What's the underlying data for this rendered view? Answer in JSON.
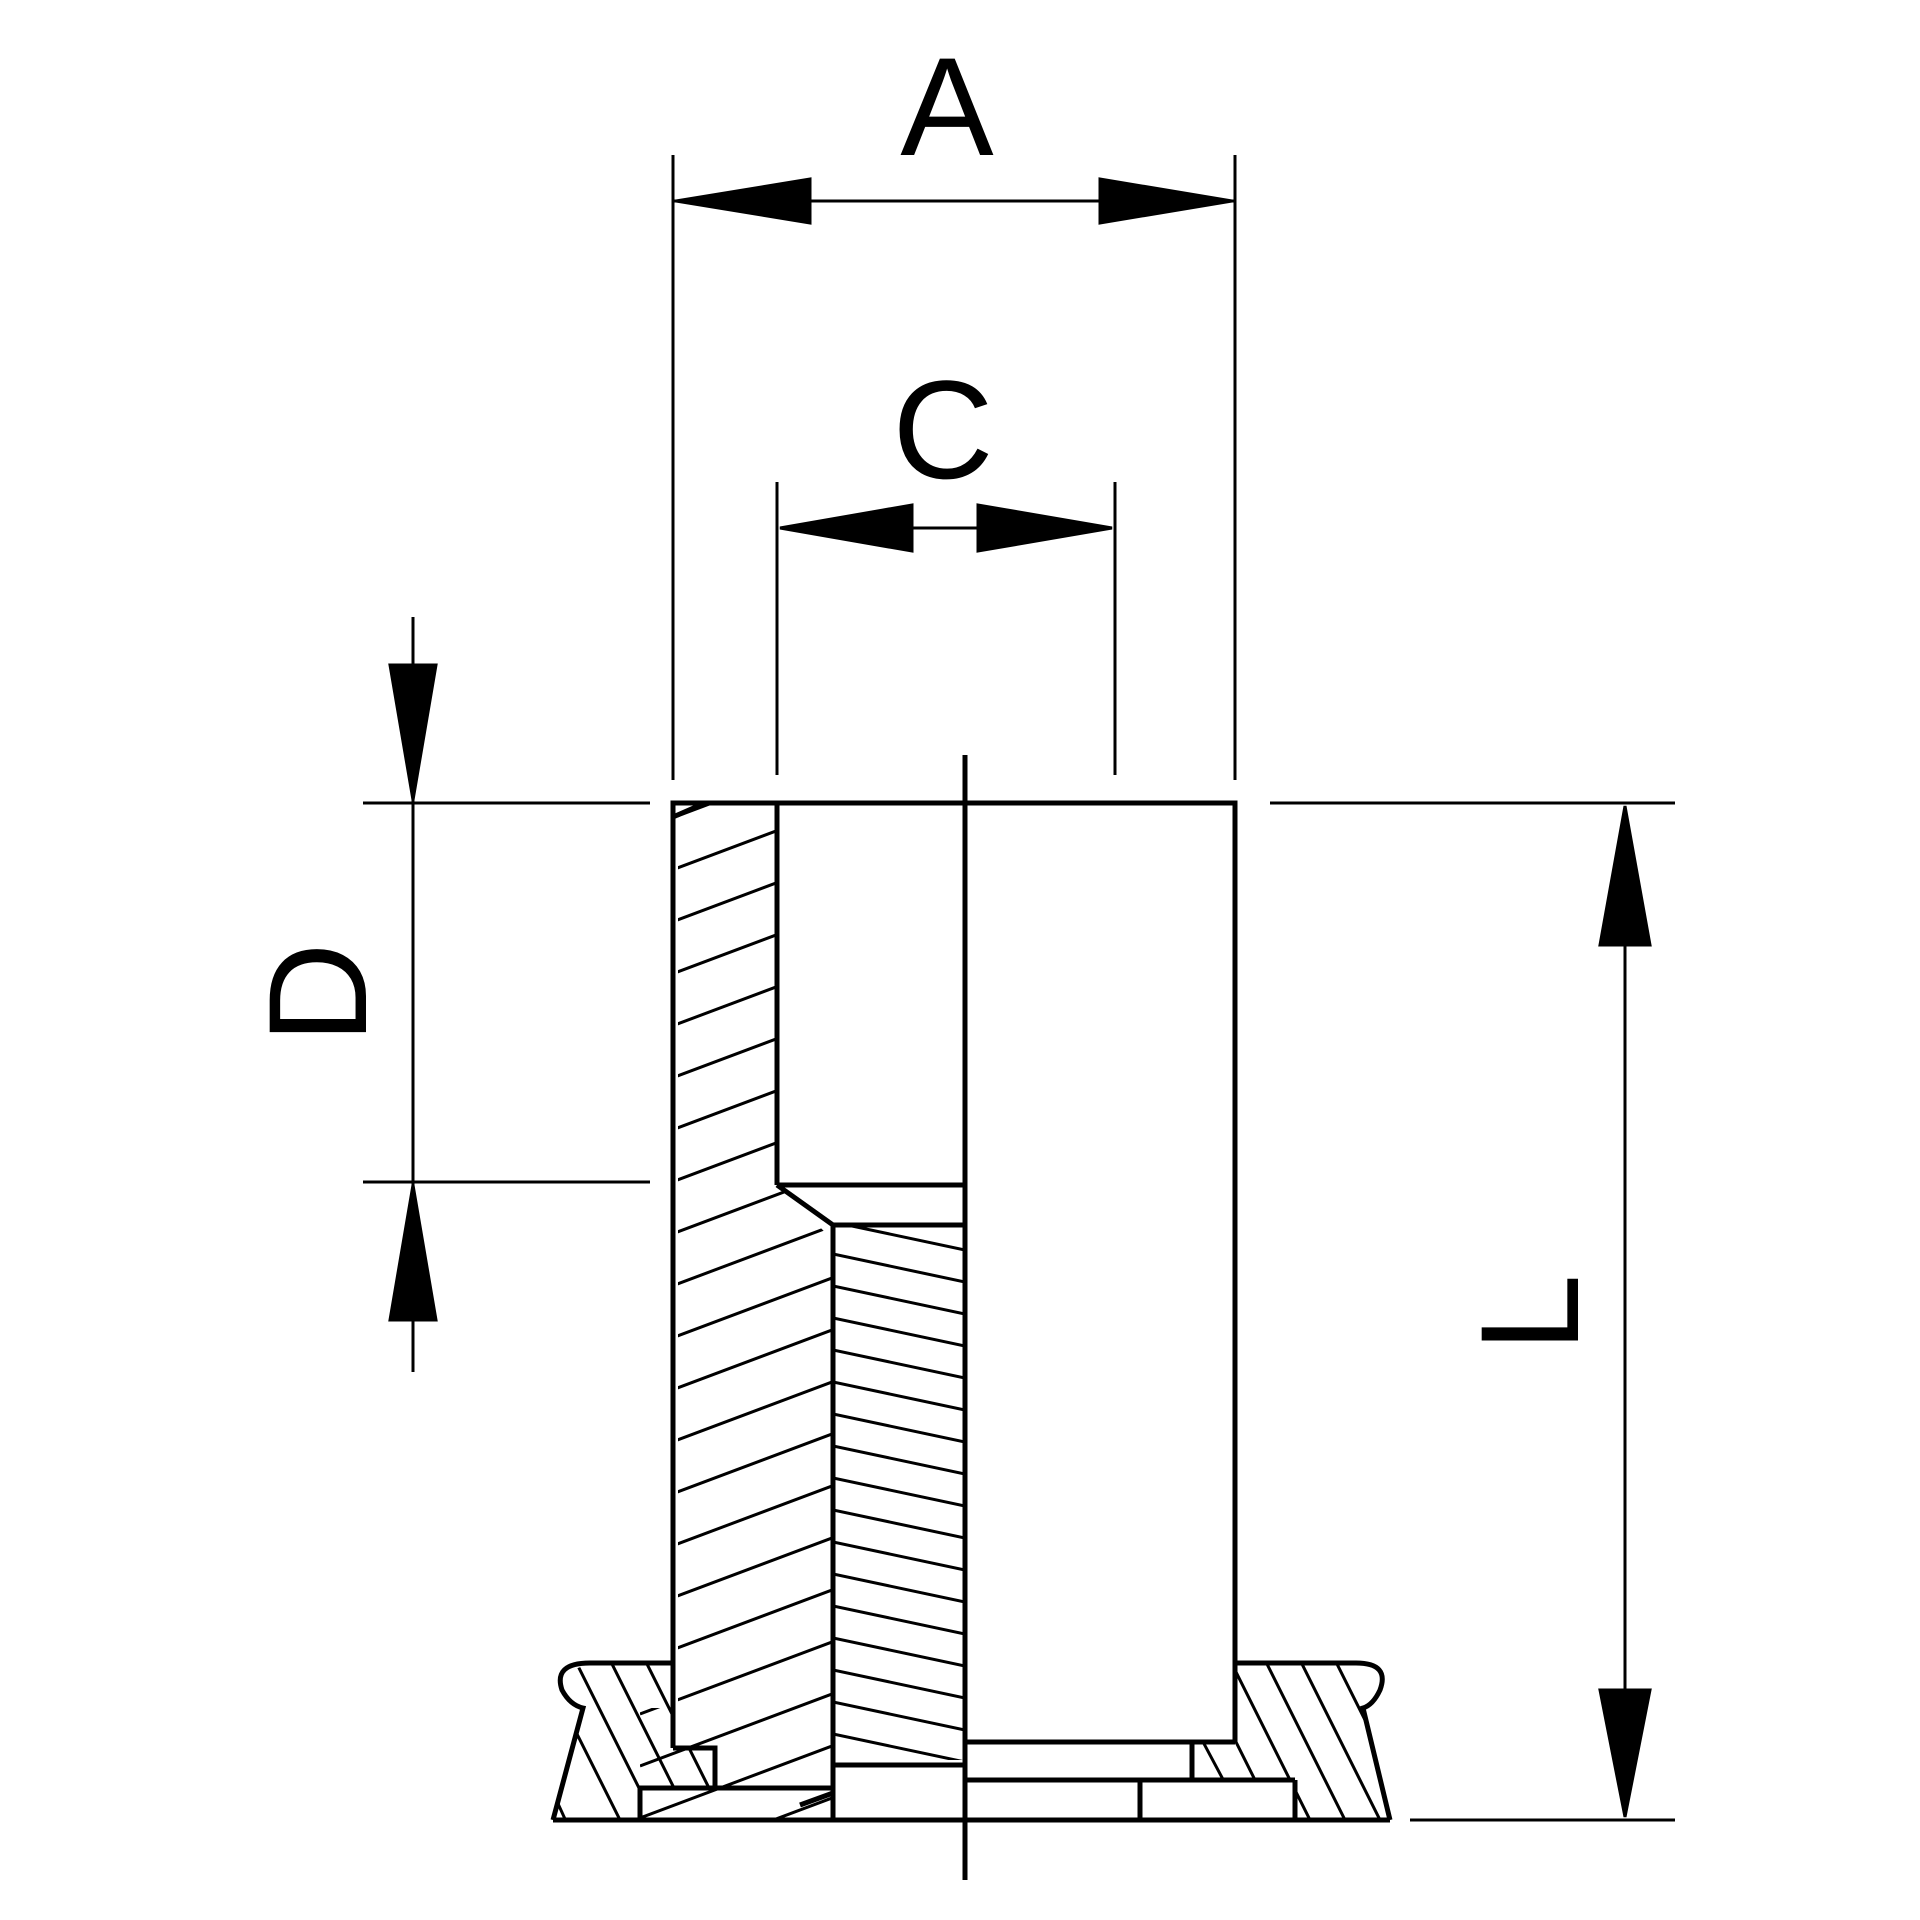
{
  "drawing": {
    "line_color": "#000000",
    "background": "#ffffff"
  },
  "dimensions": {
    "A": "A",
    "C": "C",
    "D": "D",
    "L": "L"
  }
}
